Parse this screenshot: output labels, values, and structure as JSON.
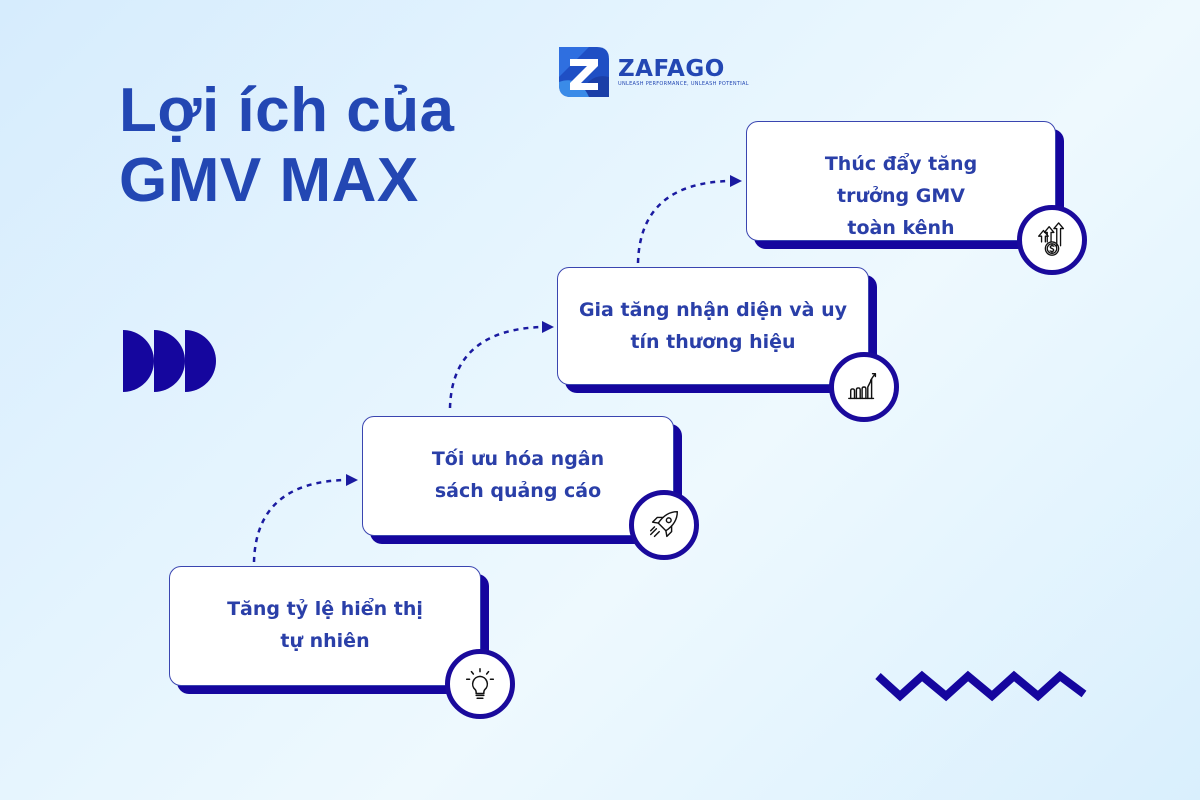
{
  "title": {
    "line1": "Lợi ích của",
    "line2": "GMV MAX"
  },
  "logo": {
    "name": "ZAFAGO",
    "tagline": "Unleash performance, unleash potential",
    "icon": "z-logo-icon"
  },
  "steps": [
    {
      "id": 1,
      "label": "Tăng tỷ lệ hiển thị tự nhiên",
      "icon": "lightbulb-icon"
    },
    {
      "id": 2,
      "label": "Tối ưu hóa ngân sách quảng cáo",
      "icon": "rocket-icon"
    },
    {
      "id": 3,
      "label": "Gia tăng nhận diện và uy tín thương hiệu",
      "icon": "growth-chart-icon"
    },
    {
      "id": 4,
      "label": "Thúc đẩy tăng trưởng GMV toàn kênh",
      "icon": "money-growth-icon"
    }
  ],
  "colors": {
    "title": "#2347b3",
    "card_text": "#2a3fa8",
    "shadow": "#15069e",
    "badge_ring": "#1a0a9c",
    "background": "#e2f3fe"
  }
}
